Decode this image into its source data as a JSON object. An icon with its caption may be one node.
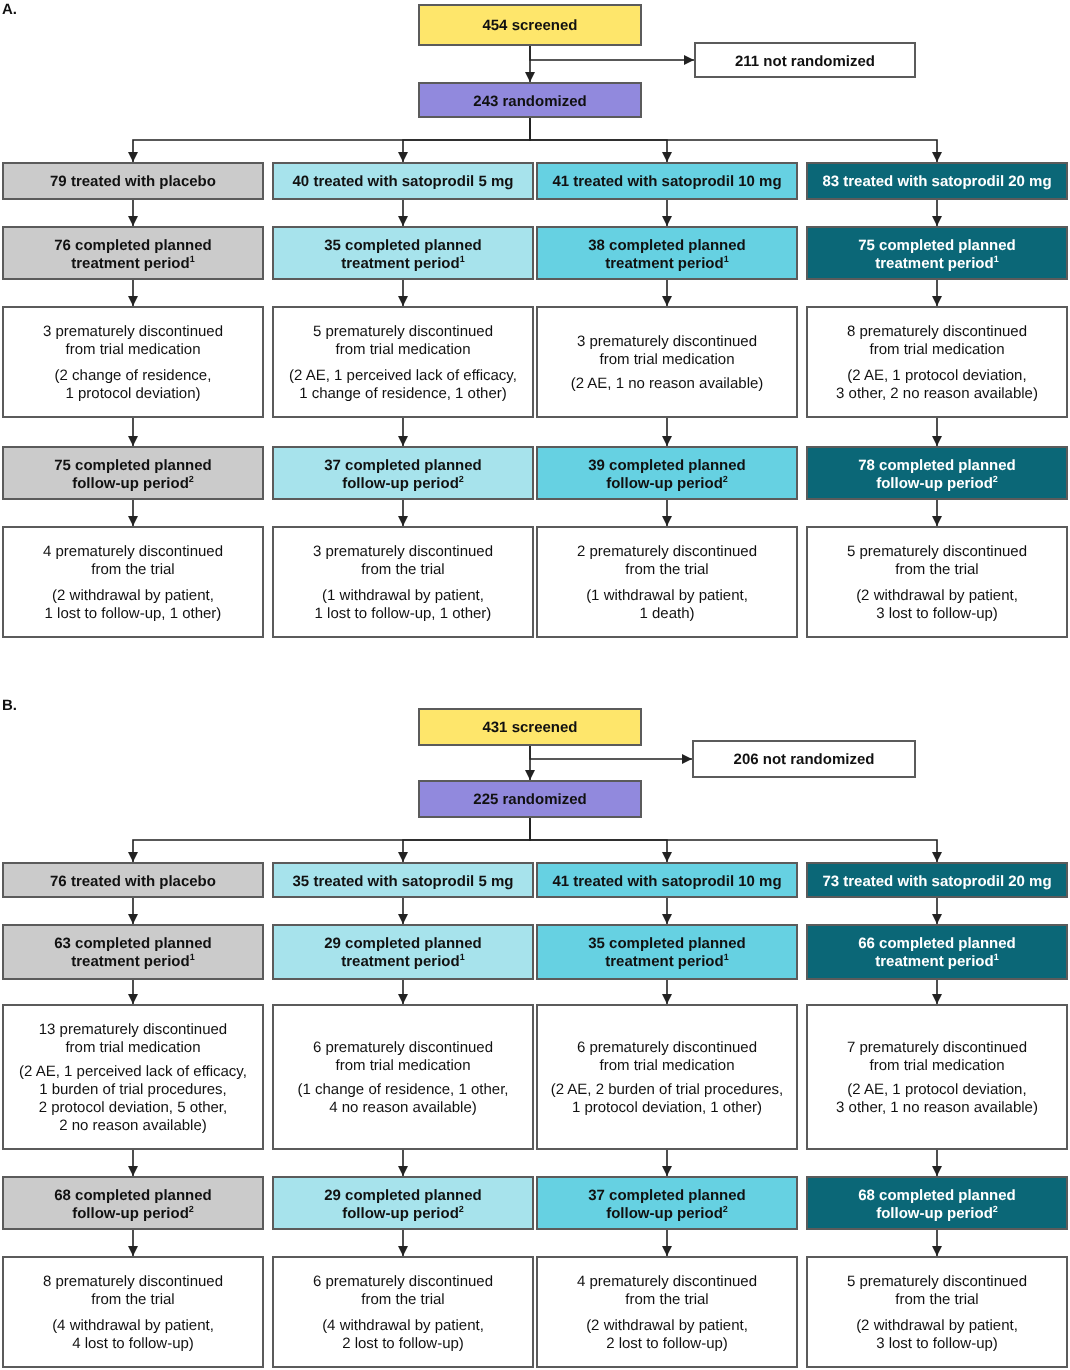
{
  "diagram": {
    "nodes": [
      {
        "text": [
          "454 screened"
        ]
      },
      {
        "text": [
          "211 not randomized"
        ]
      },
      {
        "text": [
          "243 randomized"
        ]
      },
      {
        "text": [
          "79 treated with placebo"
        ]
      },
      {
        "text": [
          "40 treated with satoprodil 5 mg"
        ]
      },
      {
        "text": [
          "41 treated with satoprodil 10 mg"
        ]
      },
      {
        "text": [
          "83 treated with satoprodil 20 mg"
        ]
      },
      {
        "text": [
          "76 completed planned treatment period$^{1}$"
        ]
      },
      {
        "text": [
          "35 completed planned treatment period$^{1}$"
        ]
      },
      {
        "text": [
          "38 completed planned treatment period$^{1}$"
        ]
      },
      {
        "text": [
          "75 completed planned treatment period$^{1}$"
        ]
      },
      {
        "text": [
          "3 prematurely discontinued from trial medication",
          "(2 change of residence, 1 protocol deviation)"
        ]
      },
      {
        "text": [
          "5 prematurely discontinued from trial medication",
          "(2 AE, 1 perceived lack of efficacy, 1 change of residence, 1 other)"
        ]
      },
      {
        "text": [
          "3 prematurely discontinued from trial medication",
          "(2 AE, 1 no reason available)"
        ]
      },
      {
        "text": [
          "8 prematurely discontinued from trial medication",
          "(2 AE, 1 protocol deviation, 3 other, 2 no reason available)"
        ]
      },
      {
        "text": [
          "75 completed planned follow-up period$^{2}$"
        ]
      },
      {
        "text": [
          "37 completed planned follow-up period$^{2}$"
        ]
      },
      {
        "text": [
          "39 completed planned follow-up period$^{2}$"
        ]
      },
      {
        "text": [
          "78 completed planned follow-up period$^{2}$"
        ]
      },
      {
        "text": [
          "4 prematurely discontinued from the trial",
          "(2 withdrawal by patient, 1 lost to follow-up, 1 other)"
        ]
      },
      {
        "text": [
          "3 prematurely discontinued from the trial",
          "(1 withdrawal by patient, 1 lost to follow-up, 1 other)"
        ]
      },
      {
        "text": [
          "2 prematurely discontinued from the trial",
          "(1 withdrawal by patient, 1 death)"
        ]
      },
      {
        "text": [
          "5 prematurely discontinued from the trial",
          "(2 withdrawal by patient, 3 lost to follow-up)"
        ]
      },
      {
        "text": [
          "431 screened"
        ]
      },
      {
        "text": [
          "206 not randomized"
        ]
      },
      {
        "text": [
          "225 randomized"
        ]
      },
      {
        "text": [
          "76 treated with placebo"
        ]
      },
      {
        "text": [
          "35 treated with satoprodil 5 mg"
        ]
      },
      {
        "text": [
          "41 treated with satoprodil 10 mg"
        ]
      },
      {
        "text": [
          "73 treated with satoprodil 20 mg"
        ]
      },
      {
        "text": [
          "63 completed planned treatment period$^{1}$"
        ]
      },
      {
        "text": [
          "29 completed planned treatment period$^{1}$"
        ]
      },
      {
        "text": [
          "35 completed planned treatment period$^{1}$"
        ]
      },
      {
        "text": [
          "66 completed planned treatment period$^{1}$"
        ]
      },
      {
        "text": [
          "13 prematurely discontinued from trial medication",
          "(2 AE, 1 perceived lack of efficacy, 1 burden of trial procedures, 2 protocol deviation, 5 other, 2 no reason available)"
        ]
      },
      {
        "text": [
          "6 prematurely discontinued from trial medication",
          "(1 change of residence, 1 other, 4 no reason available)"
        ]
      },
      {
        "text": [
          "6 prematurely discontinued from trial medication",
          "(2 AE, 2 burden of trial procedures, 1 protocol deviation, 1 other)"
        ]
      },
      {
        "text": [
          "7 prematurely discontinued from trial medication",
          "(2 AE, 1 protocol deviation, 3 other, 1 no reason available)"
        ]
      },
      {
        "text": [
          "68 completed planned follow-up period$^{2}$"
        ]
      },
      {
        "text": [
          "29 completed planned follow-up period$^{2}$"
        ]
      },
      {
        "text": [
          "37 completed planned follow-up period$^{2}$"
        ]
      },
      {
        "text": [
          "68 completed planned follow-up period$^{2}$"
        ]
      },
      {
        "text": [
          "8 prematurely discontinued from the trial",
          "(4 withdrawal by patient, 4 lost to follow-up)"
        ]
      },
      {
        "text": [
          "6 prematurely discontinued from the trial",
          "(4 withdrawal by patient, 2 lost to follow-up)"
        ]
      },
      {
        "text": [
          "4 prematurely discontinued from the trial",
          "(2 withdrawal by patient, 2 lost to follow-up)"
        ]
      },
      {
        "text": [
          "5 prematurely discontinued from the trial",
          "(2 withdrawal by patient, 3 lost to follow-up)"
        ]
      }
    ],
    "edges": [
      {
        "from": 0,
        "to": 2,
        "arrow": "to"
      },
      {
        "from": 0,
        "to": 1,
        "arrow": "to"
      },
      {
        "from": 2,
        "to": 3,
        "arrow": "to"
      },
      {
        "from": 2,
        "to": 4,
        "arrow": "to"
      },
      {
        "from": 2,
        "to": 5,
        "arrow": "to"
      },
      {
        "from": 2,
        "to": 6,
        "arrow": "to"
      },
      {
        "from": 3,
        "to": 7,
        "arrow": "to"
      },
      {
        "from": 7,
        "to": 11,
        "arrow": "to"
      },
      {
        "from": 11,
        "to": 15,
        "arrow": "to"
      },
      {
        "from": 15,
        "to": 19,
        "arrow": "to"
      },
      {
        "from": 4,
        "to": 8,
        "arrow": "to"
      },
      {
        "from": 8,
        "to": 12,
        "arrow": "to"
      },
      {
        "from": 12,
        "to": 16,
        "arrow": "to"
      },
      {
        "from": 16,
        "to": 20,
        "arrow": "to"
      },
      {
        "from": 5,
        "to": 9,
        "arrow": "to"
      },
      {
        "from": 9,
        "to": 13,
        "arrow": "to"
      },
      {
        "from": 13,
        "to": 17,
        "arrow": "to"
      },
      {
        "from": 17,
        "to": 21,
        "arrow": "to"
      },
      {
        "from": 6,
        "to": 10,
        "arrow": "to"
      },
      {
        "from": 10,
        "to": 14,
        "arrow": "to"
      },
      {
        "from": 14,
        "to": 18,
        "arrow": "to"
      },
      {
        "from": 18,
        "to": 22,
        "arrow": "to"
      },
      {
        "from": 23,
        "to": 25,
        "arrow": "to"
      },
      {
        "from": 23,
        "to": 24,
        "arrow": "to"
      },
      {
        "from": 25,
        "to": 26,
        "arrow": "to"
      },
      {
        "from": 25,
        "to": 27,
        "arrow": "to"
      },
      {
        "from": 25,
        "to": 28,
        "arrow": "to"
      },
      {
        "from": 25,
        "to": 29,
        "arrow": "to"
      },
      {
        "from": 26,
        "to": 30,
        "arrow": "to"
      },
      {
        "from": 30,
        "to": 34,
        "arrow": "to"
      },
      {
        "from": 34,
        "to": 38,
        "arrow": "to"
      },
      {
        "from": 38,
        "to": 42,
        "arrow": "to"
      },
      {
        "from": 27,
        "to": 31,
        "arrow": "to"
      },
      {
        "from": 31,
        "to": 35,
        "arrow": "to"
      },
      {
        "from": 35,
        "to": 39,
        "arrow": "to"
      },
      {
        "from": 39,
        "to": 43,
        "arrow": "to"
      },
      {
        "from": 28,
        "to": 32,
        "arrow": "to"
      },
      {
        "from": 32,
        "to": 36,
        "arrow": "to"
      },
      {
        "from": 36,
        "to": 40,
        "arrow": "to"
      },
      {
        "from": 40,
        "to": 44,
        "arrow": "to"
      },
      {
        "from": 29,
        "to": 33,
        "arrow": "to"
      },
      {
        "from": 33,
        "to": 37,
        "arrow": "to"
      },
      {
        "from": 37,
        "to": 41,
        "arrow": "to"
      },
      {
        "from": 41,
        "to": 45,
        "arrow": "to"
      }
    ],
    "labels": [
      "A.",
      "B."
    ]
  }
}
